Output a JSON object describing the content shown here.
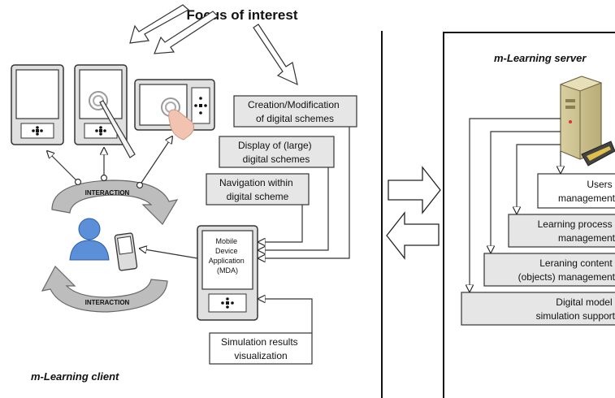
{
  "client": {
    "focus_title": "Focus of interest",
    "interaction_top": "INTERACTION",
    "interaction_bottom": "INTERACTION",
    "section_label": "m-Learning client",
    "mda_lines": [
      "Mobile",
      "Device",
      "Application",
      "(MDA)"
    ],
    "boxes": {
      "creation": [
        "Creation/Modification",
        "of digital schemes"
      ],
      "display": [
        "Display of (large)",
        "digital schemes"
      ],
      "navigation": [
        "Navigation within",
        "digital scheme"
      ],
      "simulation": [
        "Simulation results",
        "visualization"
      ]
    }
  },
  "server": {
    "title": "m-Learning server",
    "modules": {
      "users": [
        "Users",
        "management"
      ],
      "learning_process": [
        "Learning process",
        "management"
      ],
      "learning_content": [
        "Leraning content",
        "(objects) management"
      ],
      "digital_model": [
        "Digital model",
        "simulation support"
      ]
    }
  },
  "icons": [
    "pda-icon",
    "stylus-icon",
    "finger-icon",
    "user-icon",
    "server-tower-icon",
    "keyboard-icon",
    "cycle-arrow-icon",
    "block-arrow-right-icon",
    "block-arrow-left-icon"
  ],
  "colors": {
    "box_fill": "#e6e6e6",
    "device_frame": "#e0e0e0",
    "cycle_arrow": "#bdbdbd",
    "user_blue": "#5b8fd8",
    "finger": "#f2c3b0",
    "line": "#1a1a1a"
  }
}
